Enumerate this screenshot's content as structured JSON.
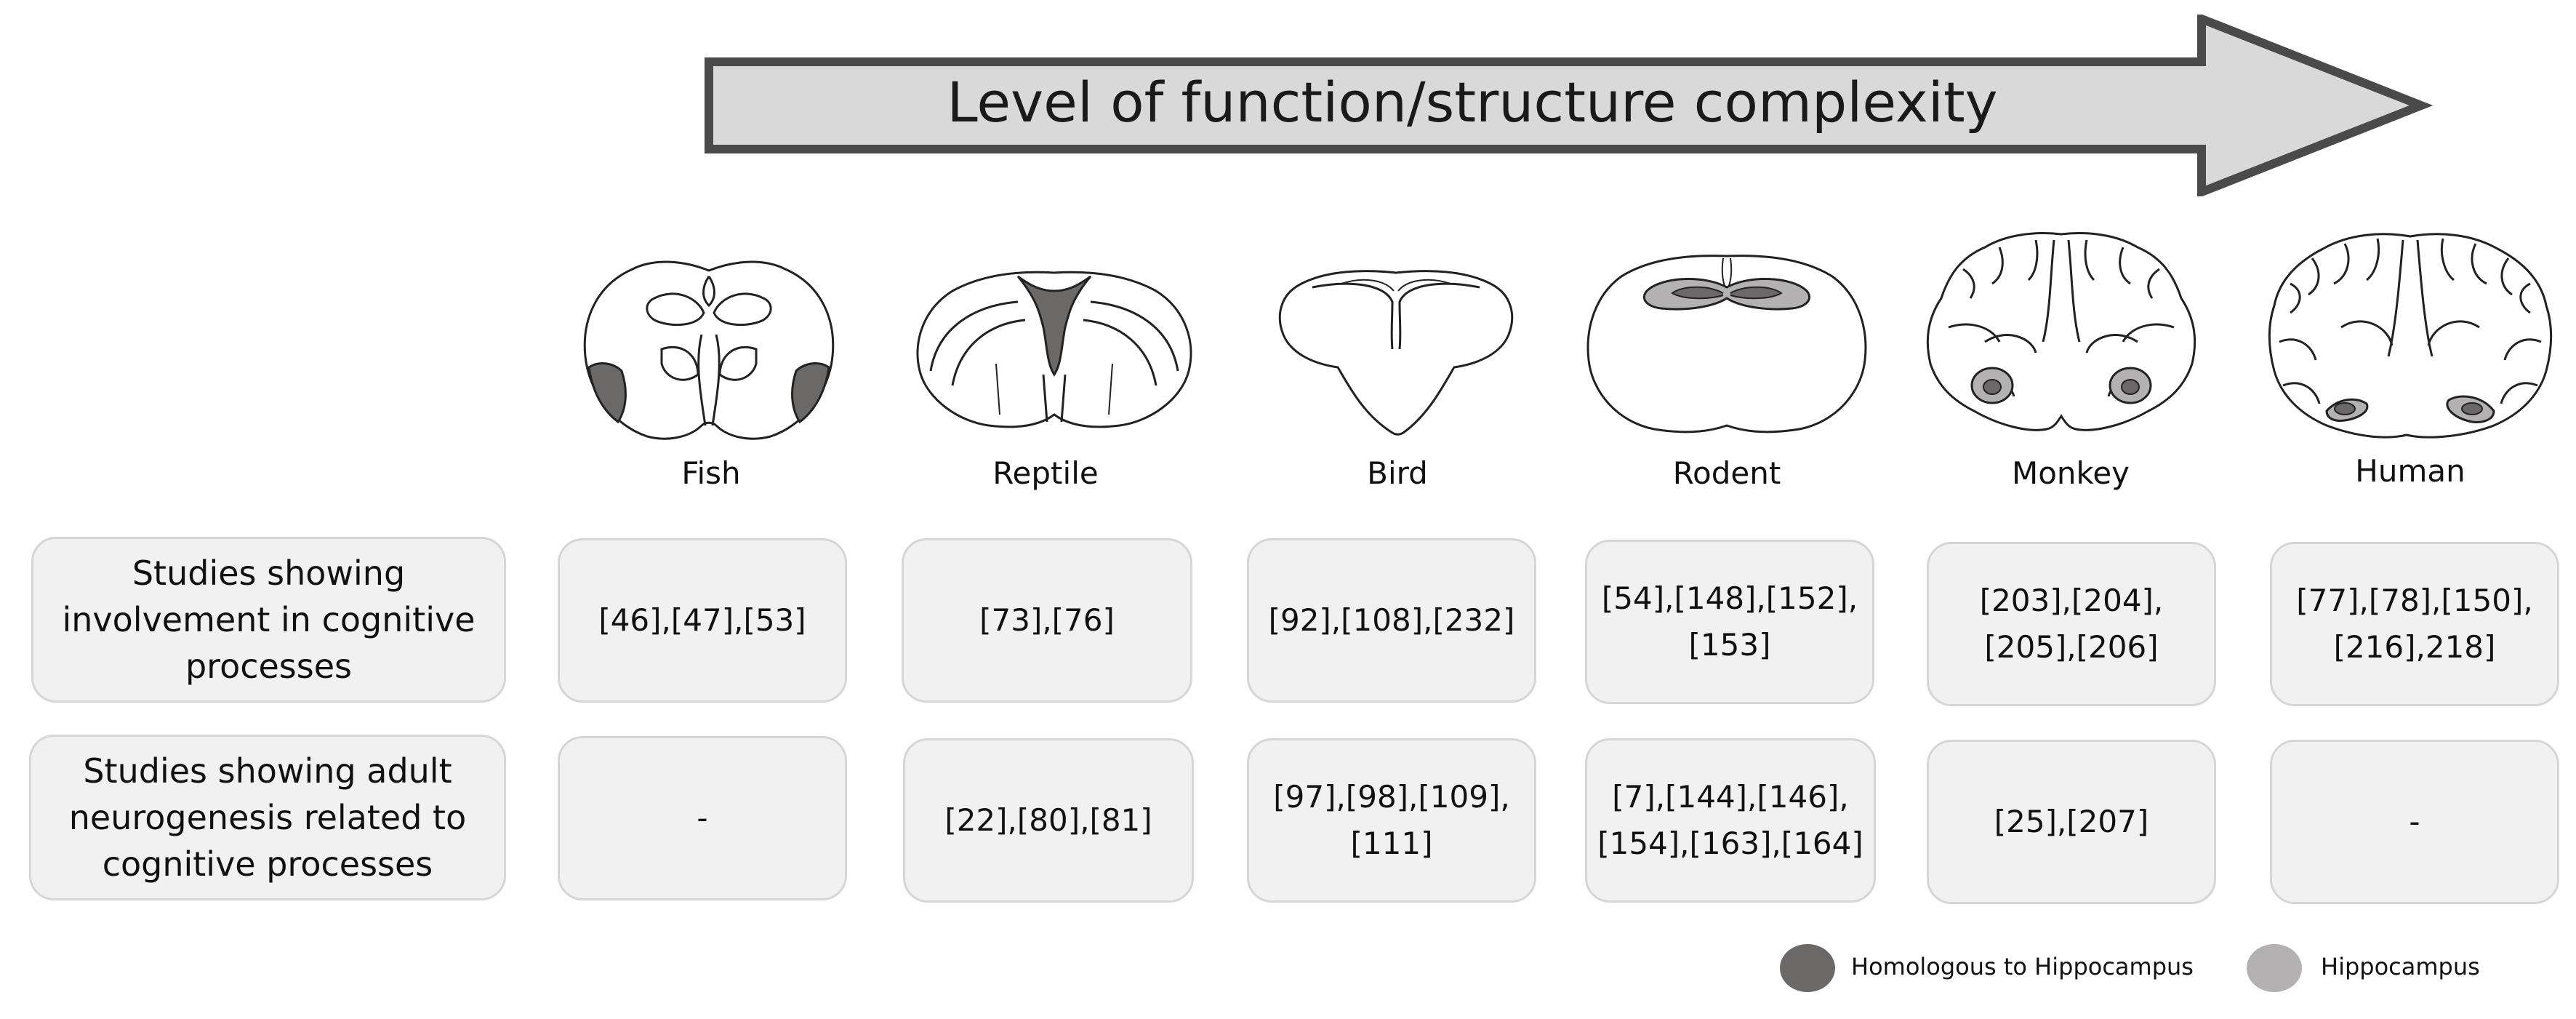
{
  "arrow": {
    "title": "Level of function/structure complexity"
  },
  "species": [
    {
      "label": "Fish"
    },
    {
      "label": "Reptile"
    },
    {
      "label": "Bird"
    },
    {
      "label": "Rodent"
    },
    {
      "label": "Monkey"
    },
    {
      "label": "Human"
    }
  ],
  "rows": [
    {
      "header": "Studies showing involvement  in cognitive processes",
      "cells": [
        "[46],[47],[53]",
        "[73],[76]",
        "[92],[108],[232]",
        "[54],[148],[152],\n[153]",
        "[203],[204],\n[205],[206]",
        "[77],[78],[150],\n[216],218]"
      ]
    },
    {
      "header": "Studies showing adult neurogenesis related to cognitive processes",
      "cells": [
        "-",
        "[22],[80],[81]",
        "[97],[98],[109],\n[111]",
        "[7],[144],[146],\n[154],[163],[164]",
        "[25],[207]",
        "-"
      ]
    }
  ],
  "legend": [
    {
      "label": "Homologous to Hippocampus",
      "color": "#6b6868"
    },
    {
      "label": "Hippocampus",
      "color": "#b3b1b1"
    }
  ],
  "colors": {
    "arrow_fill": "#d9d9d9",
    "arrow_stroke": "#4a4a4a",
    "box_fill": "#f1f1f1",
    "homologous": "#6b6868",
    "hippocampus": "#b3b1b1"
  }
}
